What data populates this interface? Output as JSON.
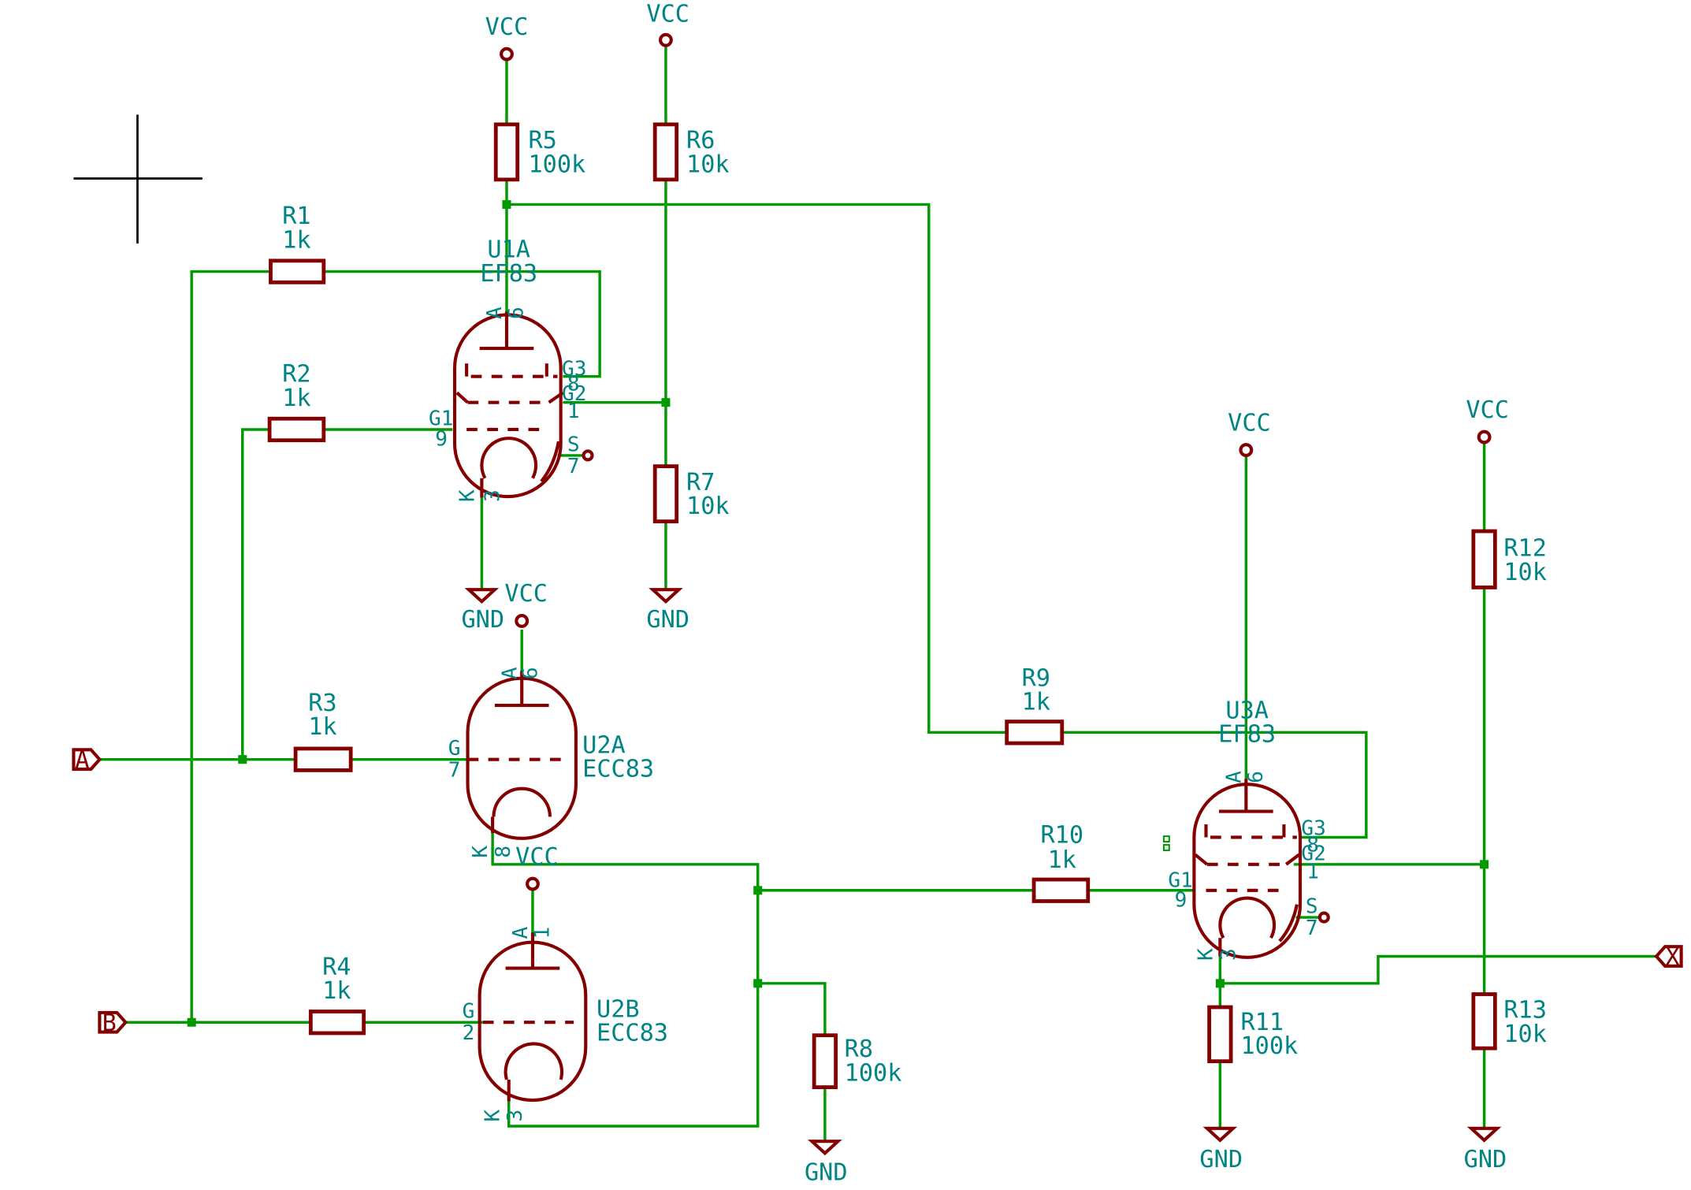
{
  "schematic": {
    "labels": {
      "vcc": "VCC",
      "gnd": "GND",
      "in_a": "A",
      "in_b": "B",
      "out_x": "X"
    },
    "resistors": [
      {
        "ref": "R1",
        "value": "1k"
      },
      {
        "ref": "R2",
        "value": "1k"
      },
      {
        "ref": "R3",
        "value": "1k"
      },
      {
        "ref": "R4",
        "value": "1k"
      },
      {
        "ref": "R5",
        "value": "100k"
      },
      {
        "ref": "R6",
        "value": "10k"
      },
      {
        "ref": "R7",
        "value": "10k"
      },
      {
        "ref": "R8",
        "value": "100k"
      },
      {
        "ref": "R9",
        "value": "1k"
      },
      {
        "ref": "R10",
        "value": "1k"
      },
      {
        "ref": "R11",
        "value": "100k"
      },
      {
        "ref": "R12",
        "value": "10k"
      },
      {
        "ref": "R13",
        "value": "10k"
      }
    ],
    "tubes": [
      {
        "ref": "U1A",
        "value": "EF83",
        "pins": {
          "anode": "A",
          "anode_num": "6",
          "g3": "G3",
          "g3_num": "8",
          "g2": "G2",
          "g2_num": "1",
          "g1": "G1",
          "g1_num": "9",
          "s": "S",
          "s_num": "7",
          "k": "K",
          "k_num": "3"
        }
      },
      {
        "ref": "U2A",
        "value": "ECC83",
        "pins": {
          "anode": "A",
          "anode_num": "6",
          "grid": "G",
          "grid_num": "7",
          "k": "K",
          "k_num": "8"
        }
      },
      {
        "ref": "U2B",
        "value": "ECC83",
        "pins": {
          "anode": "A",
          "anode_num": "1",
          "grid": "G",
          "grid_num": "2",
          "k": "K",
          "k_num": "3"
        }
      },
      {
        "ref": "U3A",
        "value": "EF83",
        "pins": {
          "anode": "A",
          "anode_num": "6",
          "g3": "G3",
          "g3_num": "8",
          "g2": "G2",
          "g2_num": "1",
          "g1": "G1",
          "g1_num": "9",
          "s": "S",
          "s_num": "7",
          "k": "K",
          "k_num": "3"
        }
      }
    ]
  }
}
